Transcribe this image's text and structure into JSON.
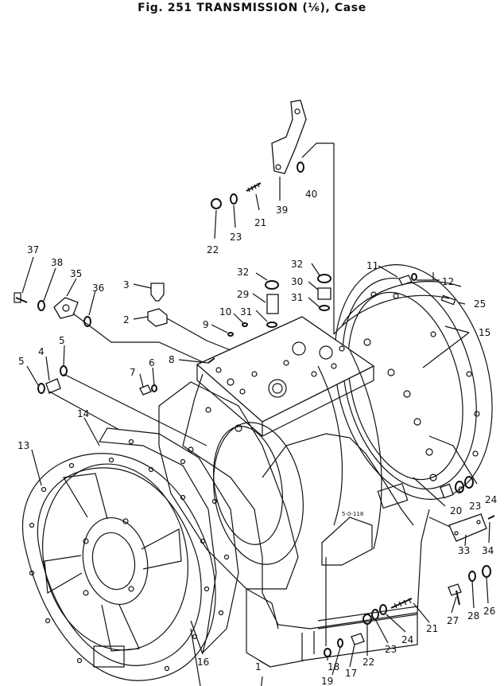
{
  "title": "Fig. 251   TRANSMISSION (⅙), Case",
  "parts": [
    {
      "id": "p40",
      "label": "40"
    },
    {
      "id": "p39",
      "label": "39"
    },
    {
      "id": "p21a",
      "label": "21"
    },
    {
      "id": "p23a",
      "label": "23"
    },
    {
      "id": "p22a",
      "label": "22"
    },
    {
      "id": "p37",
      "label": "37"
    },
    {
      "id": "p38",
      "label": "38"
    },
    {
      "id": "p35",
      "label": "35"
    },
    {
      "id": "p36",
      "label": "36"
    },
    {
      "id": "p3",
      "label": "3"
    },
    {
      "id": "p2",
      "label": "2"
    },
    {
      "id": "p32a",
      "label": "32"
    },
    {
      "id": "p32b",
      "label": "32"
    },
    {
      "id": "p30",
      "label": "30"
    },
    {
      "id": "p29",
      "label": "29"
    },
    {
      "id": "p31a",
      "label": "31"
    },
    {
      "id": "p31b",
      "label": "31"
    },
    {
      "id": "p10",
      "label": "10"
    },
    {
      "id": "p9",
      "label": "9"
    },
    {
      "id": "p11",
      "label": "11"
    },
    {
      "id": "p12",
      "label": "12"
    },
    {
      "id": "p25",
      "label": "25"
    },
    {
      "id": "p15",
      "label": "15"
    },
    {
      "id": "p8",
      "label": "8"
    },
    {
      "id": "p7",
      "label": "7"
    },
    {
      "id": "p6",
      "label": "6"
    },
    {
      "id": "p5a",
      "label": "5"
    },
    {
      "id": "p4",
      "label": "4"
    },
    {
      "id": "p5b",
      "label": "5"
    },
    {
      "id": "p14",
      "label": "14"
    },
    {
      "id": "p13",
      "label": "13"
    },
    {
      "id": "p16",
      "label": "16"
    },
    {
      "id": "p1",
      "label": "1"
    },
    {
      "id": "p20",
      "label": "20"
    },
    {
      "id": "p23b",
      "label": "23"
    },
    {
      "id": "p24a",
      "label": "24"
    },
    {
      "id": "p33",
      "label": "33"
    },
    {
      "id": "p34",
      "label": "34"
    },
    {
      "id": "p27",
      "label": "27"
    },
    {
      "id": "p28",
      "label": "28"
    },
    {
      "id": "p26",
      "label": "26"
    },
    {
      "id": "p21b",
      "label": "21"
    },
    {
      "id": "p24b",
      "label": "24"
    },
    {
      "id": "p23c",
      "label": "23"
    },
    {
      "id": "p22b",
      "label": "22"
    },
    {
      "id": "p17",
      "label": "17"
    },
    {
      "id": "p18",
      "label": "18"
    },
    {
      "id": "p19",
      "label": "19"
    }
  ]
}
